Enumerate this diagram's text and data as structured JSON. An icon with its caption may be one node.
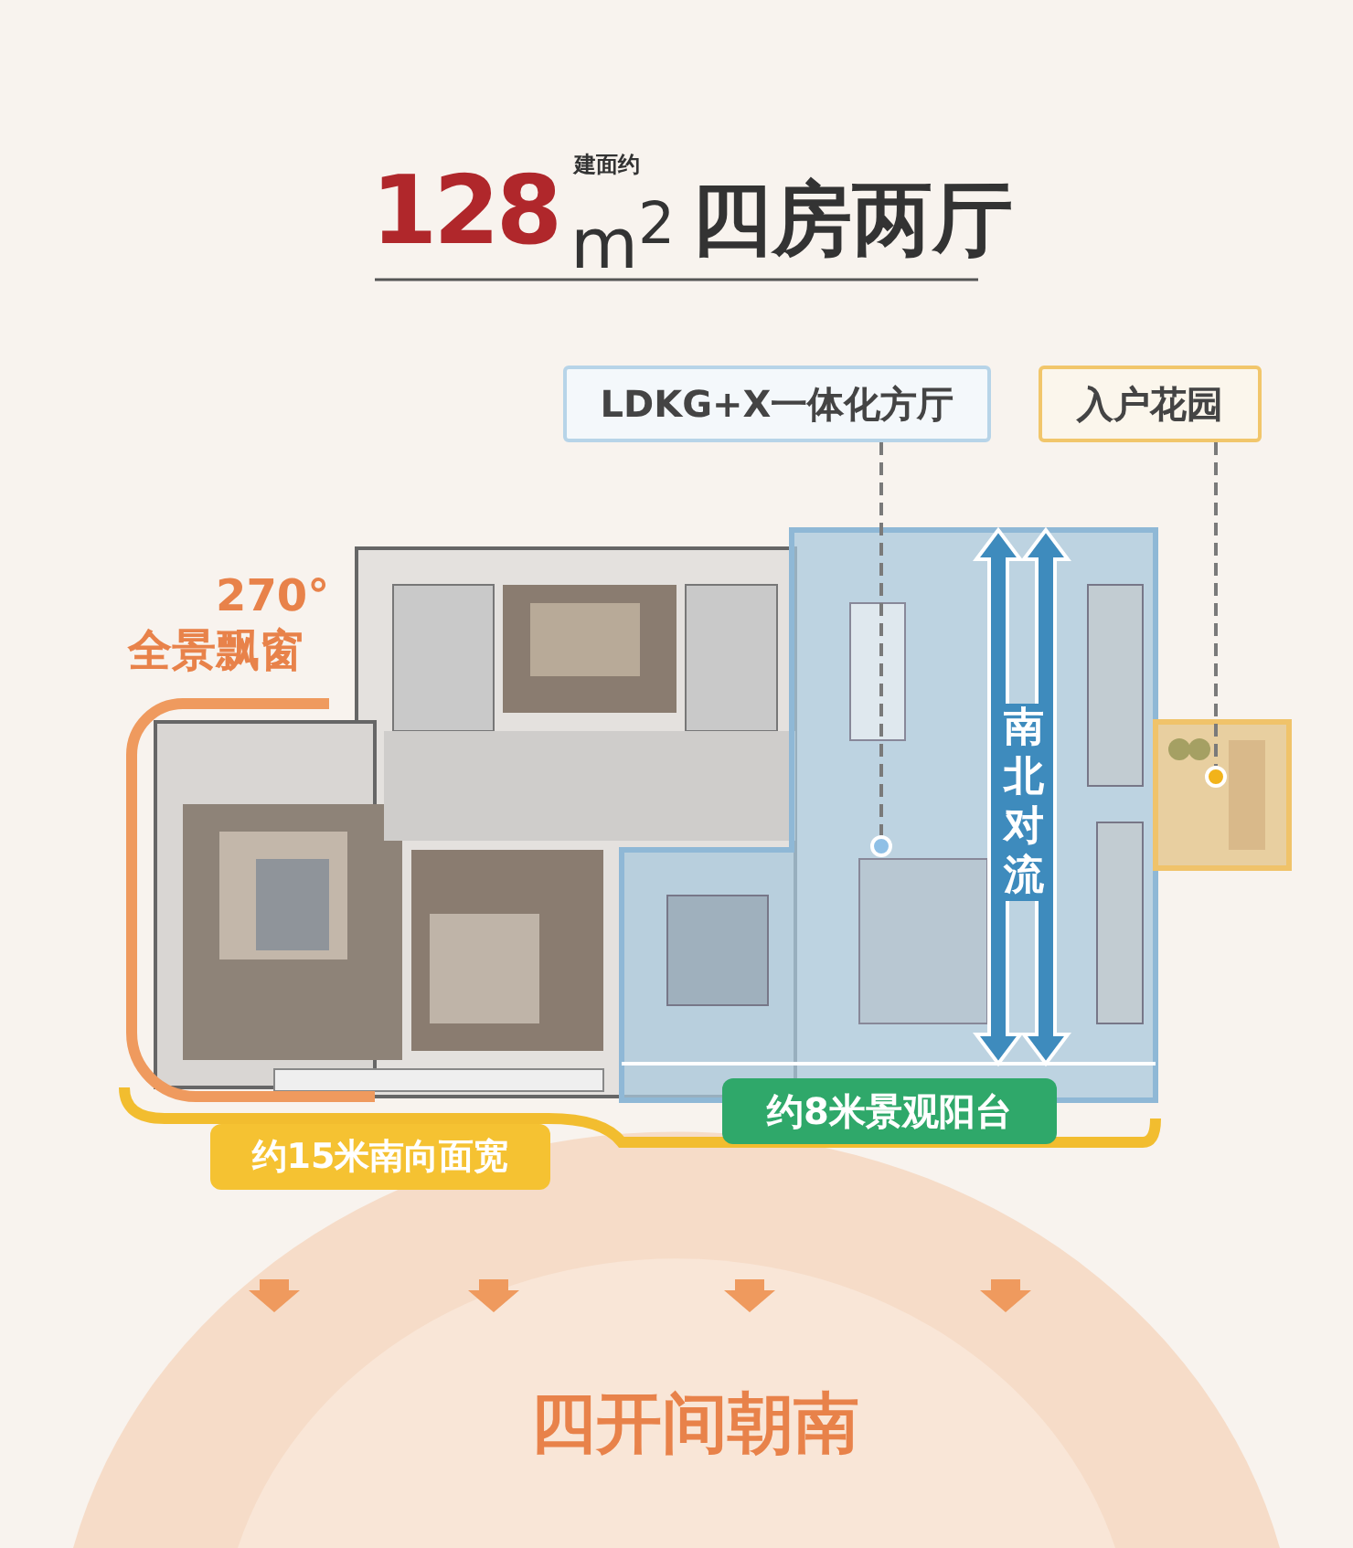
{
  "diagram": {
    "title": "四房两厅",
    "nodes": [
      {
        "text": [
          "LDKG+X一体化方厅"
        ]
      },
      {
        "text": [],
        "shape": "circle"
      },
      {
        "text": [
          "入户花园"
        ]
      },
      {
        "text": [],
        "shape": "circle"
      },
      {
        "text": [
          "约8米景观阳台"
        ]
      },
      {
        "text": [
          "约15米南向面宽"
        ]
      }
    ],
    "edges": [
      {
        "from": 0,
        "to": 1,
        "arrow": "none",
        "style": "dashed"
      },
      {
        "from": 2,
        "to": 3,
        "arrow": "none",
        "style": "dashed"
      }
    ],
    "labels": [
      "128",
      "建面约",
      "m$^{2}$",
      "270°",
      "全景飘窗",
      "南北对流",
      "四开间朝南"
    ]
  }
}
